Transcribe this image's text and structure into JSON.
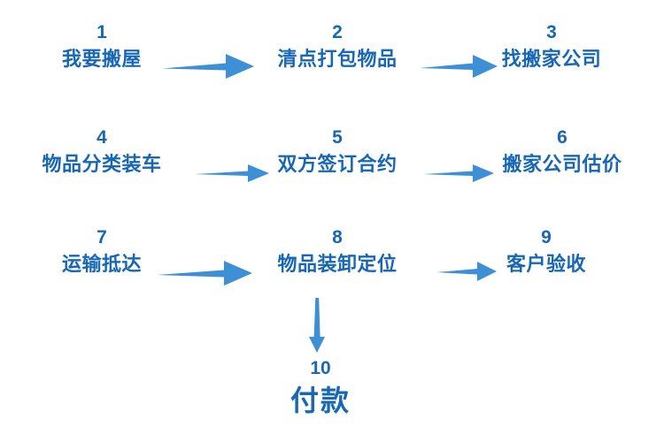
{
  "diagram": {
    "title_text_color": "#1767b5",
    "arrow_color": "#3d8fd6",
    "background": "#ffffff",
    "steps": [
      {
        "number": "1",
        "label": "我要搬屋"
      },
      {
        "number": "2",
        "label": "清点打包物品"
      },
      {
        "number": "3",
        "label": "找搬家公司"
      },
      {
        "number": "4",
        "label": "物品分类装车"
      },
      {
        "number": "5",
        "label": "双方签订合约"
      },
      {
        "number": "6",
        "label": "搬家公司估价"
      },
      {
        "number": "7",
        "label": "运输抵达"
      },
      {
        "number": "8",
        "label": "物品装卸定位"
      },
      {
        "number": "9",
        "label": "客户验收"
      },
      {
        "number": "10",
        "label": "付款"
      }
    ],
    "connectors": [
      {
        "name": "arrow-1-to-2",
        "direction": "right"
      },
      {
        "name": "arrow-2-to-3",
        "direction": "right"
      },
      {
        "name": "arrow-4-to-5",
        "direction": "right"
      },
      {
        "name": "arrow-5-to-6",
        "direction": "right"
      },
      {
        "name": "arrow-7-to-8",
        "direction": "right"
      },
      {
        "name": "arrow-8-to-9",
        "direction": "right"
      },
      {
        "name": "arrow-8-to-10",
        "direction": "down"
      }
    ]
  }
}
